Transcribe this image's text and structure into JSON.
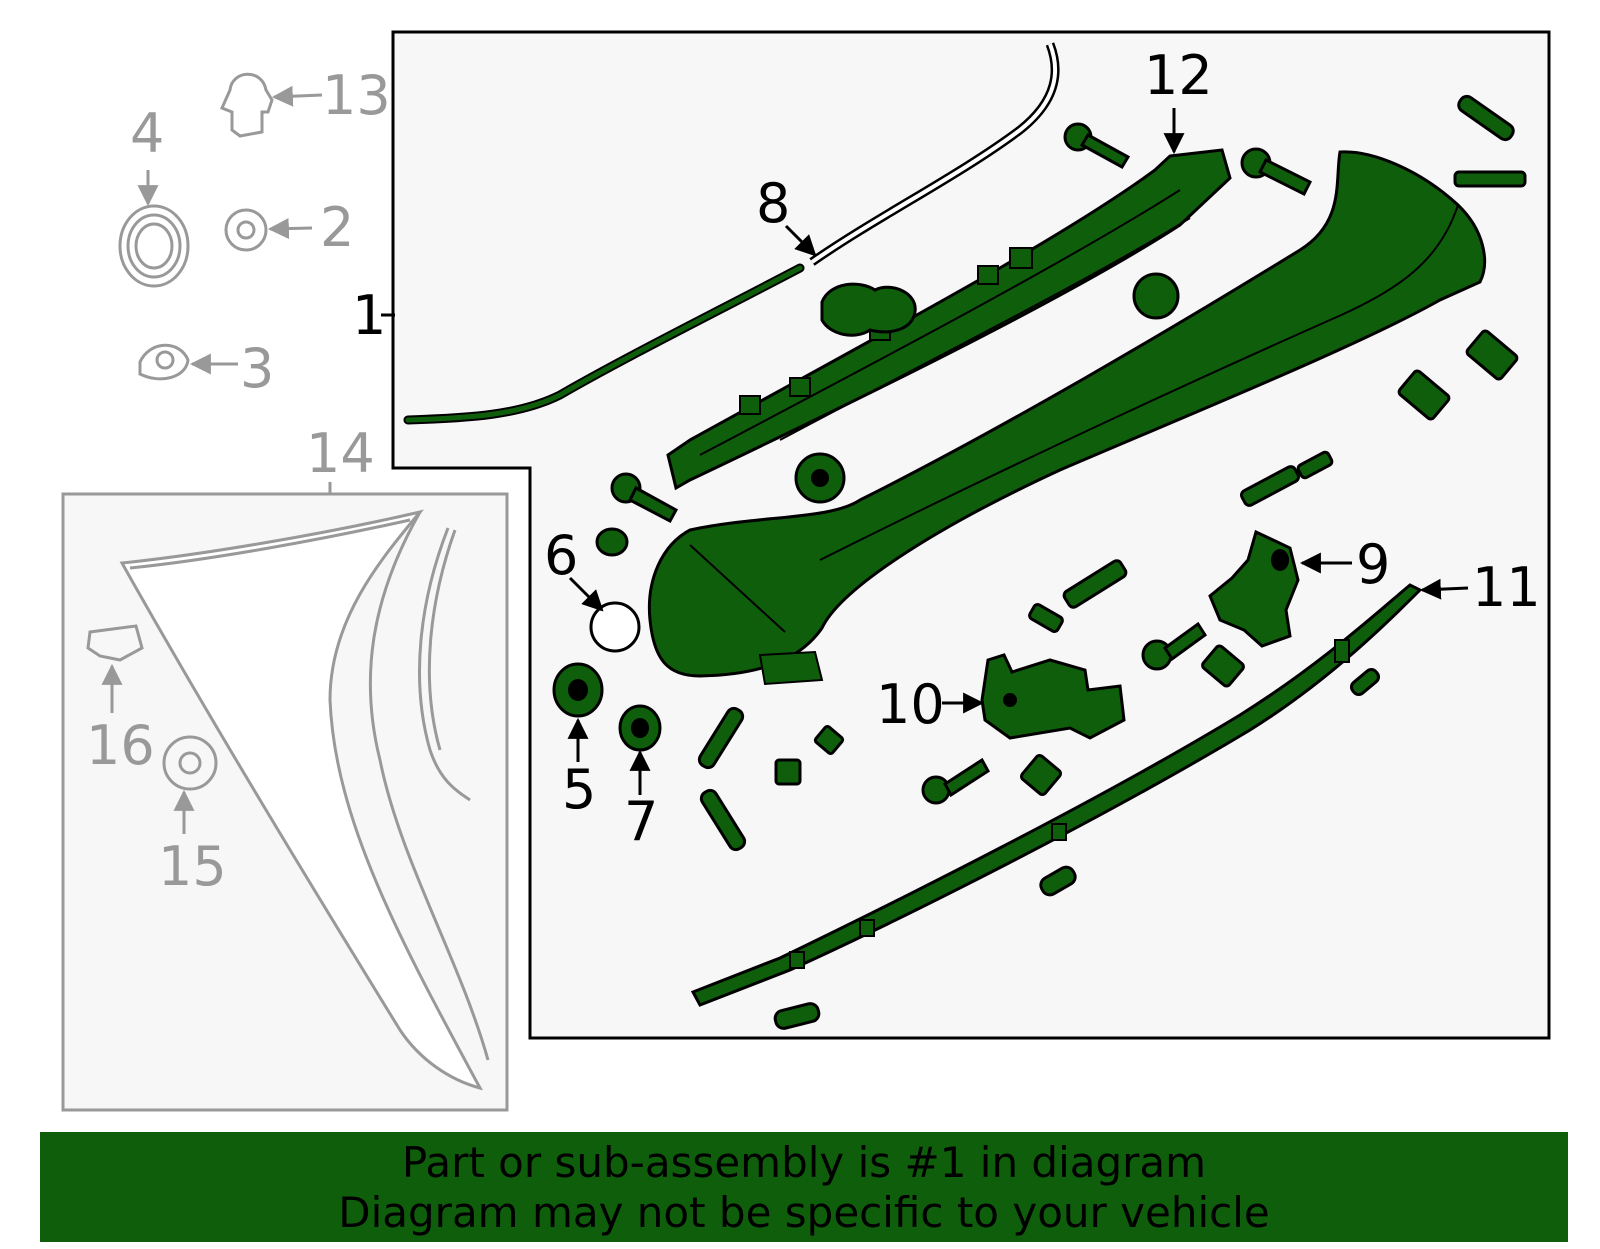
{
  "colors": {
    "part_fill": "#0f5e0b",
    "outline": "#000000",
    "grey": "#999999",
    "panel_bg": "#f7f7f7"
  },
  "callouts": {
    "c1": "1",
    "c2": "2",
    "c3": "3",
    "c4": "4",
    "c5": "5",
    "c6": "6",
    "c7": "7",
    "c8": "8",
    "c9": "9",
    "c10": "10",
    "c11": "11",
    "c12": "12",
    "c13": "13",
    "c14": "14",
    "c15": "15",
    "c16": "16"
  },
  "footer": {
    "line1": "Part or sub-assembly is #1 in diagram",
    "line2": "Diagram may not be specific to your vehicle"
  }
}
